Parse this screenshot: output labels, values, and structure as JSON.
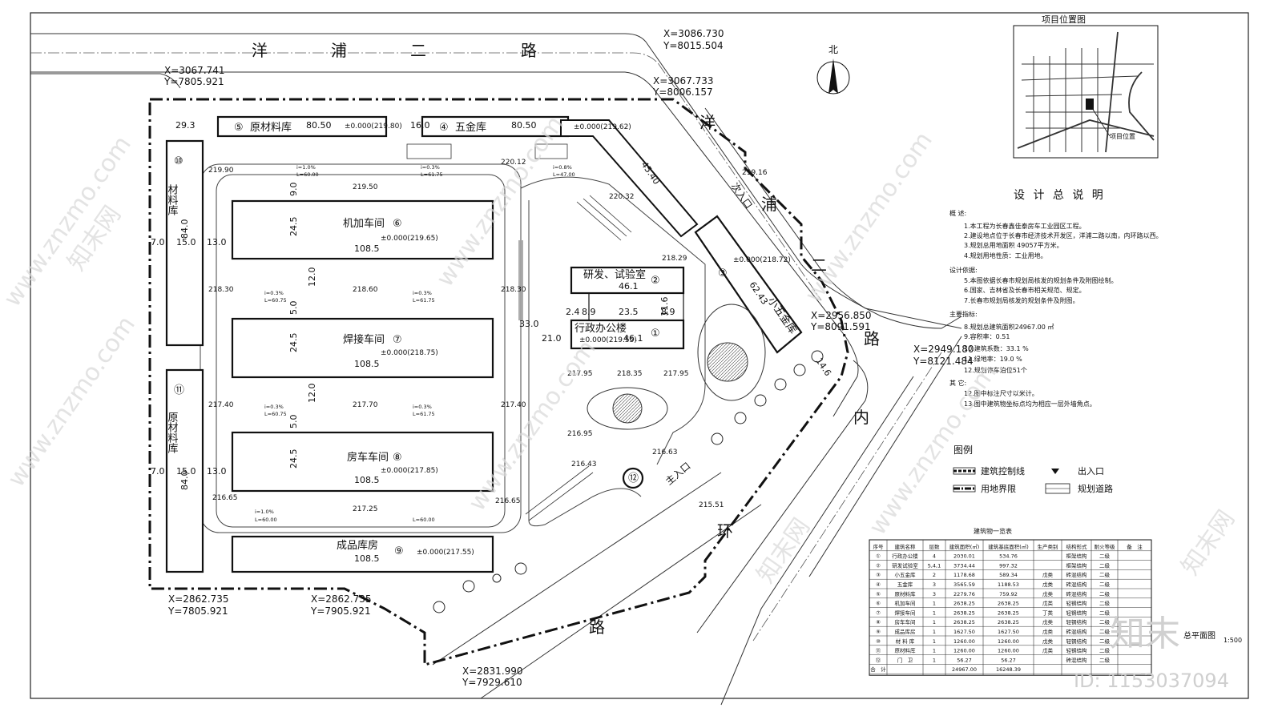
{
  "roads": {
    "north": [
      "洋",
      "浦",
      "二",
      "路"
    ],
    "east": [
      "洋",
      "浦",
      "二",
      "路"
    ],
    "south_east": [
      "内",
      "环",
      "路"
    ]
  },
  "north_arrow_label": "北",
  "buildings": [
    {
      "no": "⑤",
      "name": "原材料库"
    },
    {
      "no": "④",
      "name": "五金库"
    },
    {
      "no": "⑥",
      "name": "机加车间"
    },
    {
      "no": "⑦",
      "name": "焊接车间"
    },
    {
      "no": "⑧",
      "name": "房车车间"
    },
    {
      "no": "⑨",
      "name": "成品库房"
    },
    {
      "no": "⑩",
      "name": "材料库"
    },
    {
      "no": "⑪",
      "name": "原材料库"
    },
    {
      "no": "②",
      "name": "研发、试验室"
    },
    {
      "no": "①",
      "name": "行政办公楼"
    },
    {
      "no": "③",
      "name": "小五金库"
    },
    {
      "no": "⑫",
      "name": ""
    }
  ],
  "entrances": {
    "main": "主入口",
    "second": "次入口"
  },
  "levels": {
    "b6": "±0.000(219.65)",
    "b7": "±0.000(218.75)",
    "b8": "±0.000(217.85)",
    "b9": "±0.000(217.55)",
    "b5": "±0.000(219.80)",
    "b4": "±0.000(219.62)",
    "b1": "±0.000(219.55)",
    "b3": "±0.000(218.72)"
  },
  "dims": {
    "len_main": "108.5",
    "depth_main": "24.5",
    "gap12": "12.0",
    "gap9": "9.0",
    "gap5": "5.0",
    "d80_50": "80.50",
    "d29_3": "29.3",
    "d16_0": "16.0",
    "d84_0": "84.0",
    "d15_0": "15.0",
    "d13_0": "13.0",
    "d7_0": "7.0",
    "d46_1": "46.1",
    "d23_5": "23.5",
    "d8_9": "8.9",
    "d33_0": "33.0",
    "d21_0": "21.0",
    "d62_43": "62.43",
    "d45_40": "45.40",
    "d14_6": "14.6",
    "d11_6": "11.6",
    "d2_4": "2.4"
  },
  "spot_levels": [
    "219.50",
    "218.60",
    "217.70",
    "218.30",
    "217.40",
    "216.65",
    "217.25",
    "216.95",
    "216.63",
    "218.35",
    "217.95",
    "220.12",
    "219.90",
    "220.32",
    "218.29",
    "219.16",
    "215.51",
    "216.43"
  ],
  "slopes": [
    "i=1.0%",
    "L=60.00",
    "i=0.3%",
    "L=61.75",
    "L=60.75",
    "i=0.8%",
    "L=47.00"
  ],
  "coords": [
    {
      "x": "X=3067.741",
      "y": "Y=7805.921"
    },
    {
      "x": "X=3086.730",
      "y": "Y=8015.504"
    },
    {
      "x": "X=3067.733",
      "y": "Y=8006.157"
    },
    {
      "x": "X=2956.850",
      "y": "Y=8091.591"
    },
    {
      "x": "X=2949.180",
      "y": "Y=8121.484"
    },
    {
      "x": "X=2862.735",
      "y": "Y=7805.921"
    },
    {
      "x": "X=2862.735",
      "y": "Y=7905.921"
    },
    {
      "x": "X=2831.990",
      "y": "Y=7929.610"
    }
  ],
  "location_map": {
    "title": "项目位置图",
    "label": "项目位置"
  },
  "notes": {
    "title": "设 计 总 说 明",
    "sections": [
      {
        "head": "概 述:",
        "items": [
          "1.本工程为长春鑫佳泰房车工业园区工程。",
          "2.建设地点位于长春市经济技术开发区，洋浦二路以南，内环路以西。",
          "3.规划总用地面积 49057平方米。",
          "4.规划用地性质：工业用地。"
        ]
      },
      {
        "head": "设计依据:",
        "items": [
          "5.本图依据长春市规划局核发的规划条件及附图绘制。",
          "6.国家、吉林省及长春市相关规范、规定。",
          "7.长春市规划局核发的规划条件及附图。"
        ]
      },
      {
        "head": "主要指标:",
        "items": [
          "8.规划总建筑面积24967.00 ㎡",
          "9.容积率：0.51",
          "10.建筑系数：33.1 %",
          "11.绿地率：19.0 %",
          "12.规划停车泊位51个"
        ]
      },
      {
        "head": "其 它:",
        "items": [
          "12.图中标注尺寸以米计。",
          "13.图中建筑物坐标点均为相应一层外墙角点。"
        ]
      }
    ]
  },
  "legend": {
    "title": "图例",
    "items": [
      "建筑控制线",
      "用地界限",
      "出入口",
      "规划道路"
    ]
  },
  "table": {
    "title": "建筑物一览表",
    "headers": [
      "序号",
      "建筑名称",
      "层数",
      "建筑面积(㎡)",
      "建筑基底面积(㎡)",
      "生产类别",
      "结构形式",
      "耐火等级",
      "备　注"
    ],
    "rows": [
      [
        "①",
        "行政办公楼",
        "4",
        "2030.01",
        "534.76",
        "",
        "框架结构",
        "二级",
        ""
      ],
      [
        "②",
        "研发试验室",
        "5,4,1",
        "3734.44",
        "997.32",
        "",
        "框架结构",
        "二级",
        ""
      ],
      [
        "③",
        "小五金库",
        "2",
        "1178.68",
        "589.34",
        "戊类",
        "砖混结构",
        "二级",
        ""
      ],
      [
        "④",
        "五金库",
        "3",
        "3565.59",
        "1188.53",
        "戊类",
        "砖混结构",
        "二级",
        ""
      ],
      [
        "⑤",
        "原材料库",
        "3",
        "2279.76",
        "759.92",
        "戊类",
        "砖混结构",
        "二级",
        ""
      ],
      [
        "⑥",
        "机加车间",
        "1",
        "2638.25",
        "2638.25",
        "戊类",
        "轻钢结构",
        "二级",
        ""
      ],
      [
        "⑦",
        "焊接车间",
        "1",
        "2638.25",
        "2638.25",
        "丁类",
        "轻钢结构",
        "二级",
        ""
      ],
      [
        "⑧",
        "房车车间",
        "1",
        "2638.25",
        "2638.25",
        "戊类",
        "轻钢结构",
        "二级",
        ""
      ],
      [
        "⑨",
        "成品库房",
        "1",
        "1627.50",
        "1627.50",
        "戊类",
        "砖混结构",
        "二级",
        ""
      ],
      [
        "⑩",
        "材 料 库",
        "1",
        "1260.00",
        "1260.00",
        "戊类",
        "轻钢结构",
        "二级",
        ""
      ],
      [
        "⑪",
        "原材料库",
        "1",
        "1260.00",
        "1260.00",
        "戊类",
        "轻钢结构",
        "二级",
        ""
      ],
      [
        "⑫",
        "门　卫",
        "1",
        "56.27",
        "56.27",
        "",
        "砖混结构",
        "二级",
        ""
      ]
    ],
    "total": [
      "合　计",
      "",
      "",
      "24967.00",
      "16248.39",
      "",
      "",
      "",
      ""
    ]
  },
  "drawing": {
    "title": "总平面图",
    "scale": "1:500"
  },
  "watermark": {
    "site": "www.znzmo.com",
    "brand": "知末网",
    "logo": "知末",
    "id": "ID: 1153037094"
  }
}
